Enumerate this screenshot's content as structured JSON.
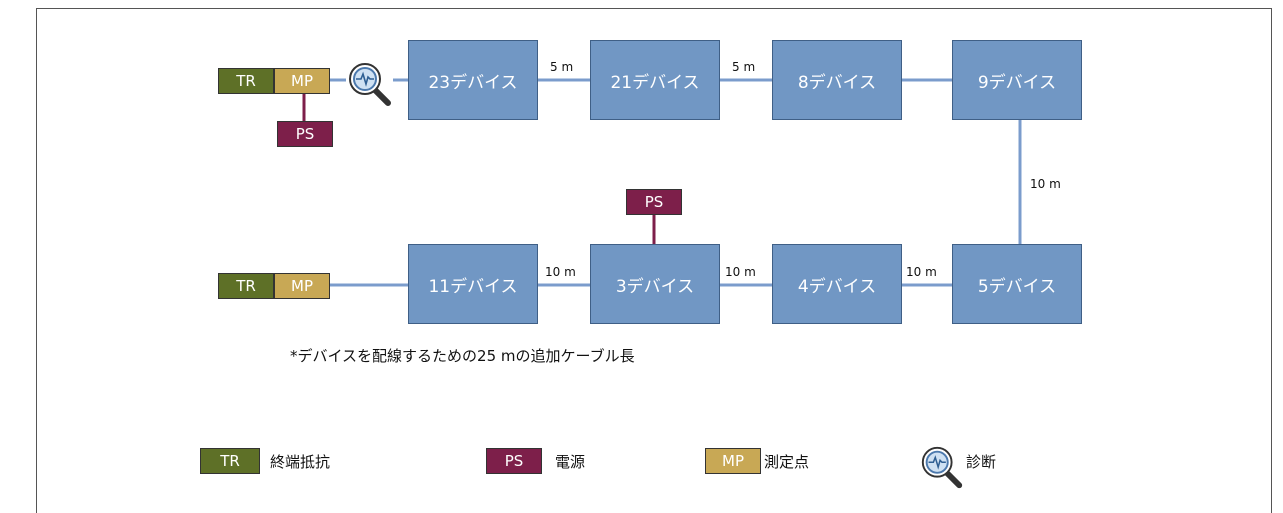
{
  "tags": {
    "tr": "TR",
    "mp": "MP",
    "ps": "PS"
  },
  "devices": {
    "d23": "23デバイス",
    "d21": "21デバイス",
    "d8": "8デバイス",
    "d9": "9デバイス",
    "d11": "11デバイス",
    "d3": "3デバイス",
    "d4": "4デバイス",
    "d5": "5デバイス"
  },
  "lengths": {
    "d23_d21": "5 m",
    "d21_d8": "5 m",
    "d9_d5": "10 m",
    "d11_d3": "10 m",
    "d3_d4": "10 m",
    "d4_d5": "10 m"
  },
  "note": "*デバイスを配線するための25 mの追加ケーブル長",
  "legend": {
    "tr": "終端抵抗",
    "ps": "電源",
    "mp": "測定点",
    "diag": "診断"
  },
  "colors": {
    "device": "#7197c4",
    "wire": "#7b9ccc",
    "tr": "#5e7027",
    "mp": "#c8a855",
    "ps": "#7d1f4a"
  }
}
